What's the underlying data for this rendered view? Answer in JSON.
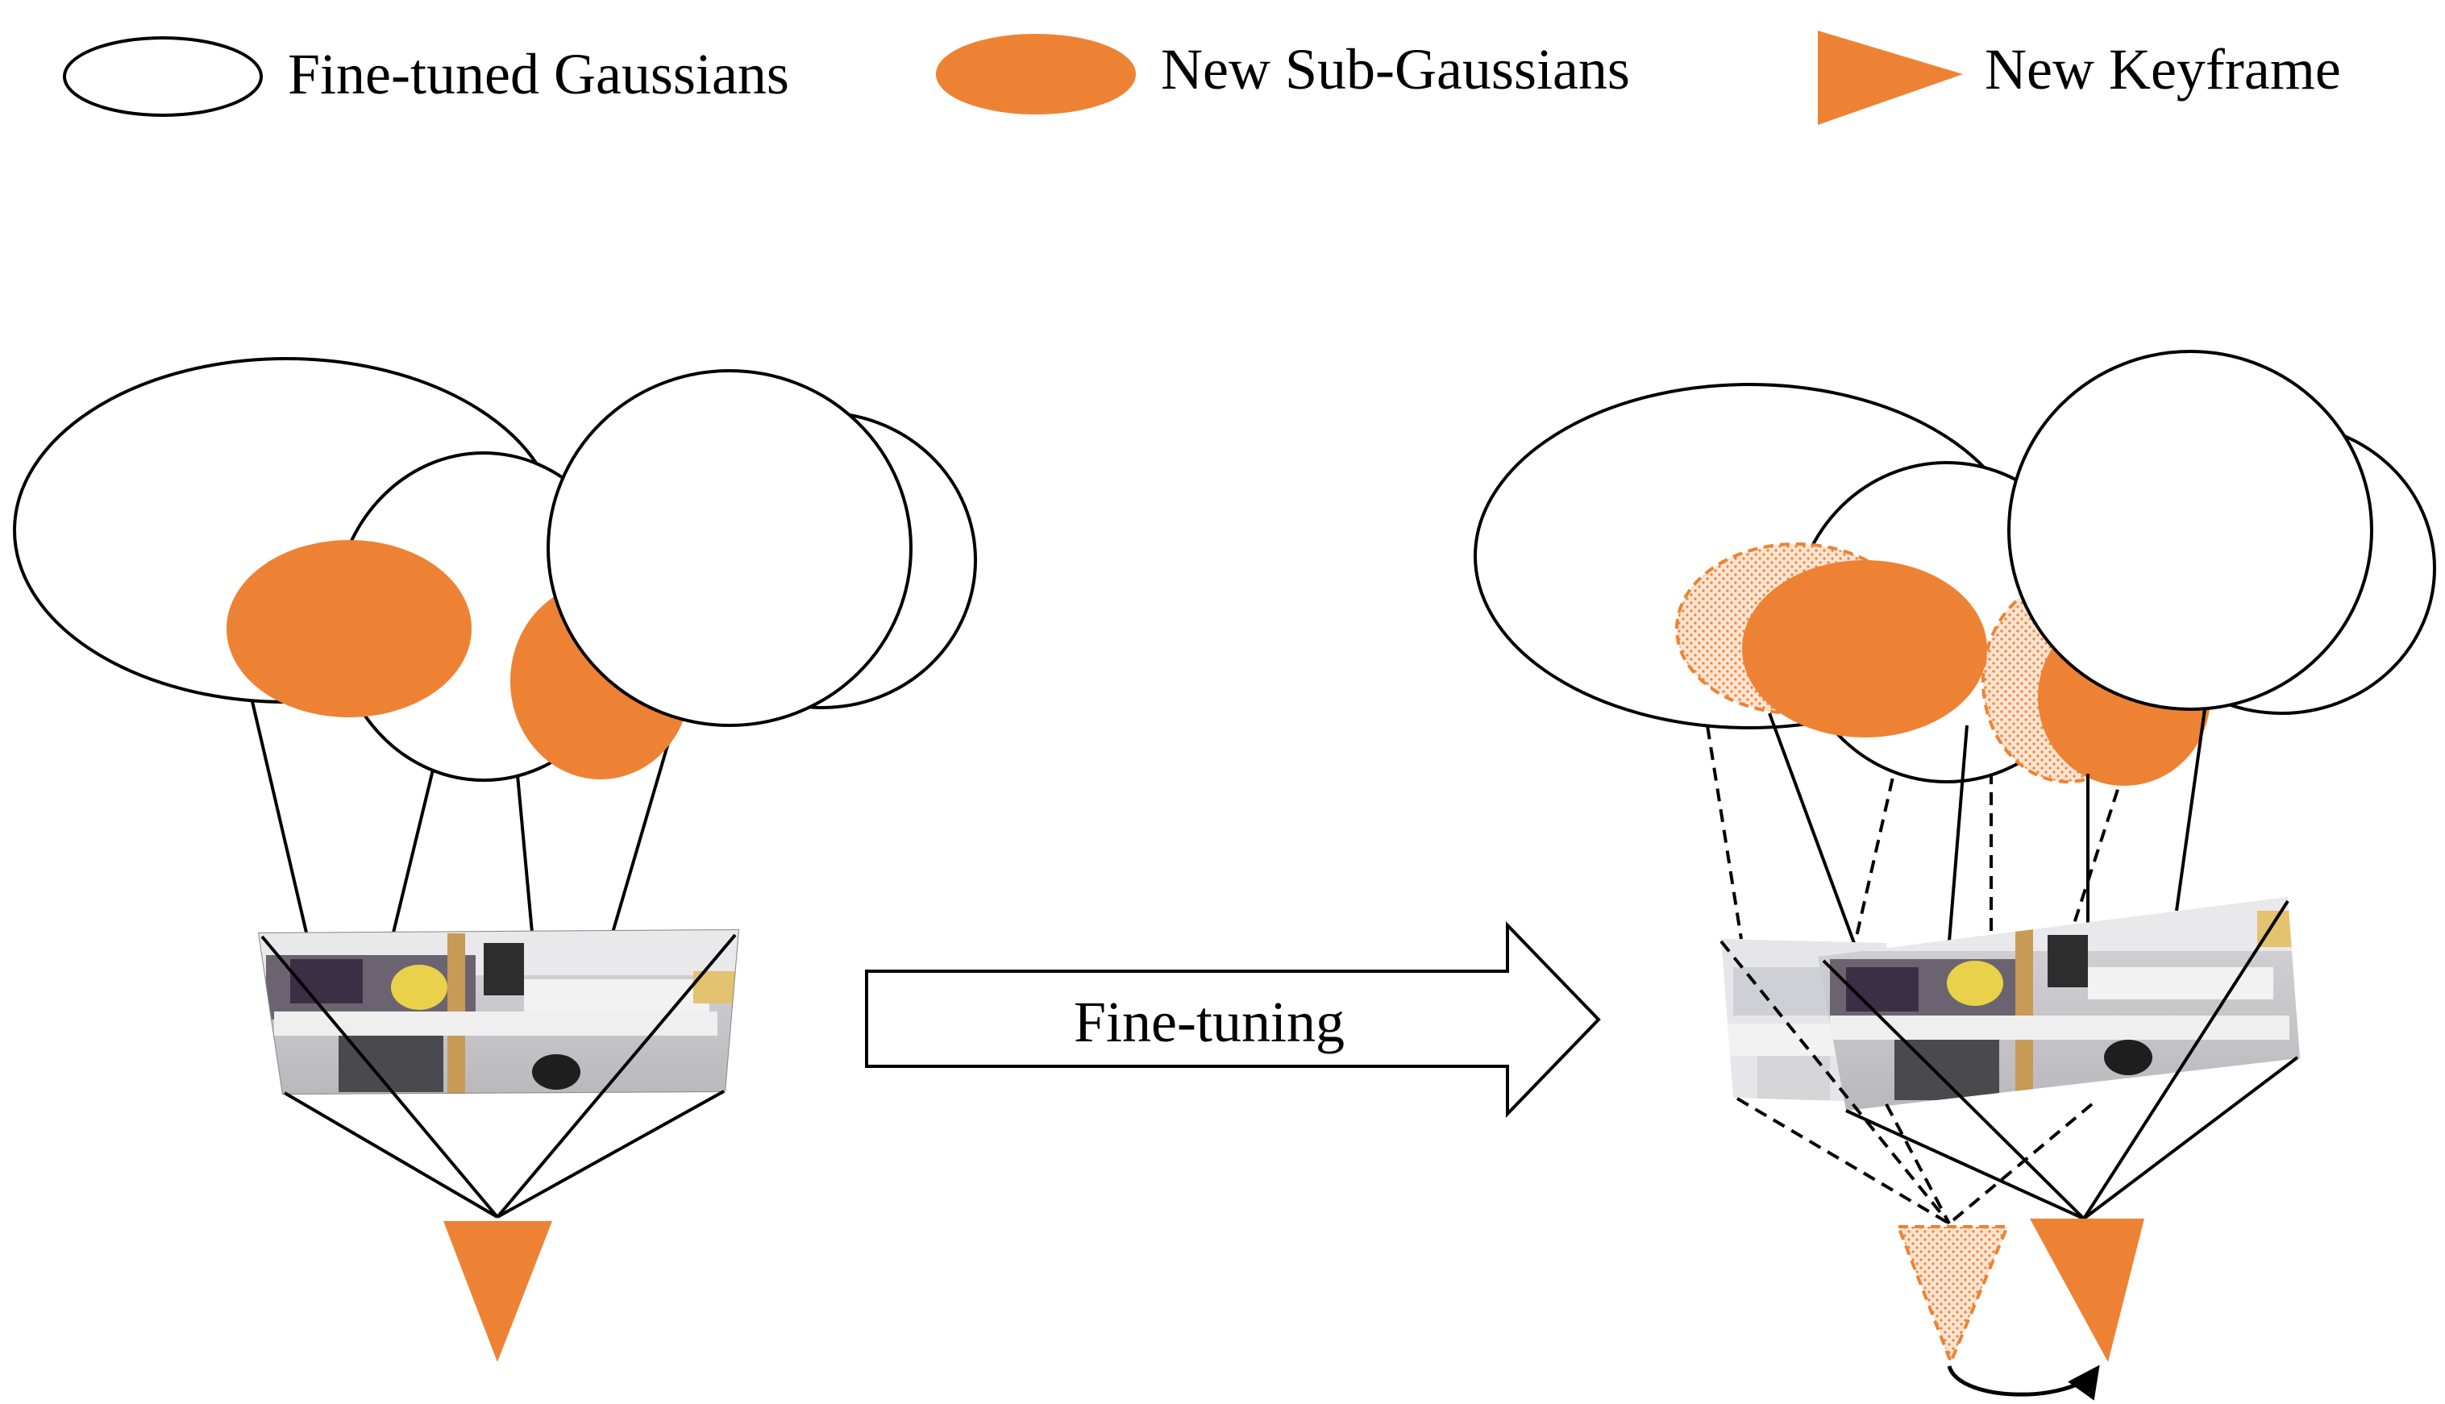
{
  "legend": {
    "fine_tuned": "Fine-tuned Gaussians",
    "new_sub": "New Sub-Gaussians",
    "new_keyframe": "New Keyframe"
  },
  "process_arrow": {
    "label": "Fine-tuning"
  },
  "colors": {
    "accent_orange": "#ee8234",
    "stroke": "#000000",
    "background": "#ffffff"
  },
  "icons": {
    "gaussian_outline": "ellipse-outline-icon",
    "gaussian_filled": "ellipse-filled-icon",
    "keyframe": "triangle-keyframe-icon",
    "image": "office-scene-photo"
  }
}
